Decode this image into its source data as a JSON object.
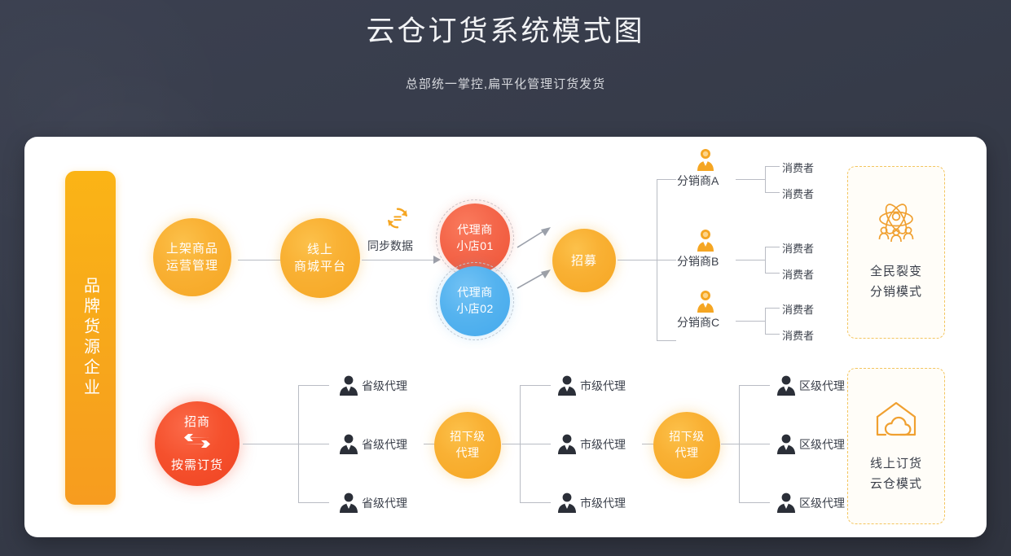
{
  "header": {
    "title": "云仓订货系统模式图",
    "subtitle": "总部统一掌控,扁平化管理订货发货"
  },
  "brand_bar": {
    "label": "品牌货源企业"
  },
  "top_flow": {
    "node1": {
      "line1": "上架商品",
      "line2": "运营管理"
    },
    "node2": {
      "line1": "线上",
      "line2": "商城平台"
    },
    "sync": {
      "label": "同步数据",
      "icon": "sync-icon"
    },
    "shop1": {
      "line1": "代理商",
      "line2": "小店01"
    },
    "shop2": {
      "line1": "代理商",
      "line2": "小店02"
    },
    "recruit": {
      "label": "招募"
    },
    "distributors": [
      {
        "name": "分销商A",
        "icon": "person-orange-icon",
        "consumers": [
          "消费者",
          "消费者"
        ]
      },
      {
        "name": "分销商B",
        "icon": "person-orange-icon",
        "consumers": [
          "消费者",
          "消费者"
        ]
      },
      {
        "name": "分销商C",
        "icon": "person-orange-icon",
        "consumers": [
          "消费者",
          "消费者"
        ]
      }
    ]
  },
  "bottom_flow": {
    "node1": {
      "line1": "招商",
      "line2": "按需订货",
      "icon": "exchange-arrows-icon"
    },
    "level1": {
      "items": [
        "省级代理",
        "省级代理",
        "省级代理"
      ],
      "icon": "person-dark-icon"
    },
    "node2": {
      "line1": "招下级",
      "line2": "代理"
    },
    "level2": {
      "items": [
        "市级代理",
        "市级代理",
        "市级代理"
      ],
      "icon": "person-dark-icon"
    },
    "node3": {
      "line1": "招下级",
      "line2": "代理"
    },
    "level3": {
      "items": [
        "区级代理",
        "区级代理",
        "区级代理"
      ],
      "icon": "person-dark-icon"
    }
  },
  "side_cards": [
    {
      "icon": "atom-people-icon",
      "line1": "全民裂变",
      "line2": "分销模式"
    },
    {
      "icon": "cloud-house-icon",
      "line1": "线上订货",
      "line2": "云仓模式"
    }
  ],
  "colors": {
    "background": "#383d4c",
    "panel": "#ffffff",
    "orange": "#f5a623",
    "brand_orange": "#f7a81b",
    "red": "#ef5537",
    "deep_red": "#f04423",
    "blue": "#44a9ec",
    "line": "#b9bcc4",
    "card_border": "#f3c55e",
    "text_dark": "#3a3f4a"
  }
}
